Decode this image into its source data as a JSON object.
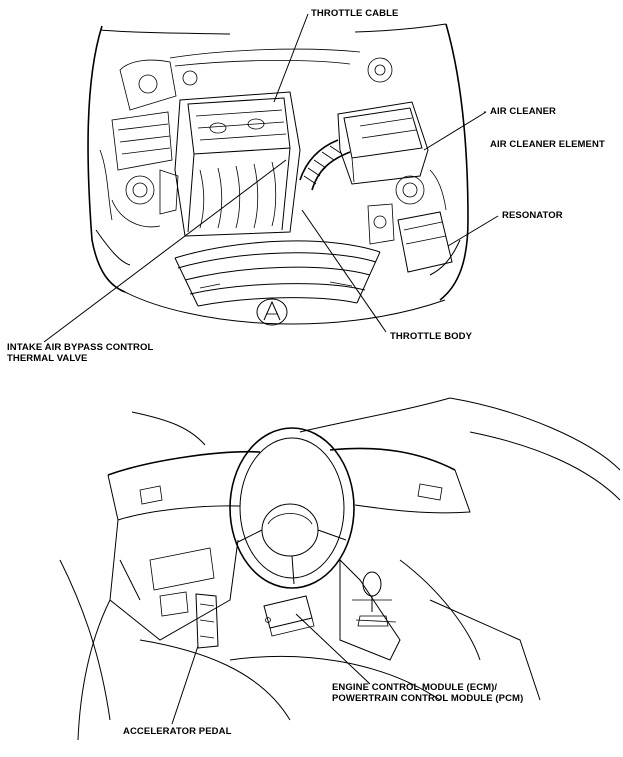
{
  "labels": {
    "throttle_cable": "THROTTLE CABLE",
    "air_cleaner": "AIR CLEANER",
    "air_cleaner_element": "AIR CLEANER ELEMENT",
    "resonator": "RESONATOR",
    "intake_air_bypass_line1": "INTAKE AIR BYPASS CONTROL",
    "intake_air_bypass_line2": "THERMAL VALVE",
    "throttle_body": "THROTTLE BODY",
    "ecm_line1": "ENGINE CONTROL MODULE (ECM)/",
    "ecm_line2": "POWERTRAIN CONTROL MODULE (PCM)",
    "accelerator_pedal": "ACCELERATOR PEDAL"
  },
  "icons": [
    "acura-logo-icon"
  ]
}
